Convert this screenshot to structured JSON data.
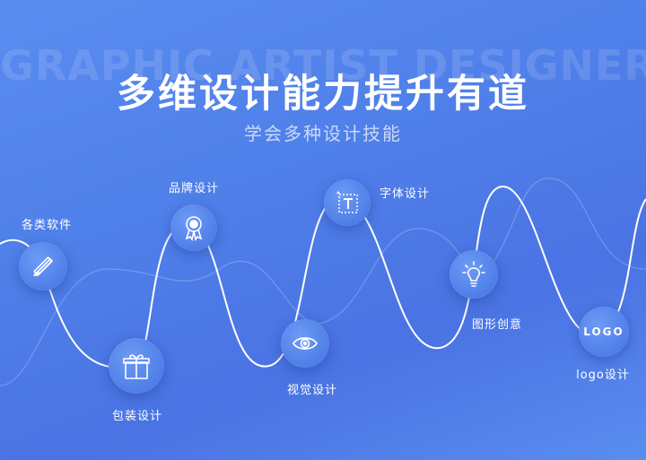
{
  "header": {
    "watermark": "GRAPHIC ARTIST DESIGNER",
    "title": "多维设计能力提升有道",
    "subtitle": "学会多种设计技能"
  },
  "skills": [
    {
      "label": "各类软件",
      "icon": "pencil-ruler-icon"
    },
    {
      "label": "包装设计",
      "icon": "gift-box-icon"
    },
    {
      "label": "品牌设计",
      "icon": "award-badge-icon"
    },
    {
      "label": "视觉设计",
      "icon": "eye-icon"
    },
    {
      "label": "字体设计",
      "icon": "text-type-icon"
    },
    {
      "label": "图形创意",
      "icon": "lightbulb-icon"
    },
    {
      "label": "logo设计",
      "icon": "logo-mark-icon",
      "mark_text": "LOGO"
    }
  ],
  "colors": {
    "background_start": "#5a8cf0",
    "background_end": "#4a73e3",
    "node_fill": "#5a88ef",
    "line": "#ffffff"
  }
}
